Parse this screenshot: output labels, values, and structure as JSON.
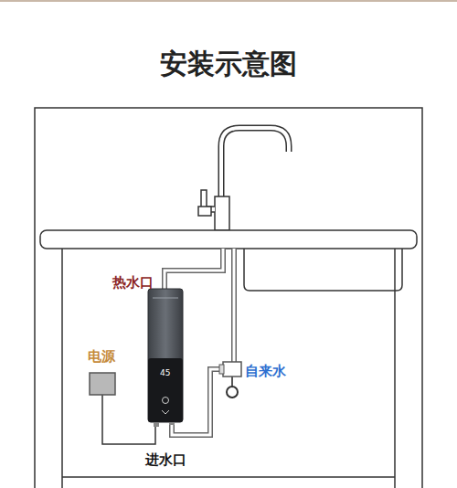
{
  "diagram": {
    "title": "安装示意图",
    "labels": [
      "热水口",
      "电源",
      "自来水",
      "45",
      "进水口"
    ]
  }
}
